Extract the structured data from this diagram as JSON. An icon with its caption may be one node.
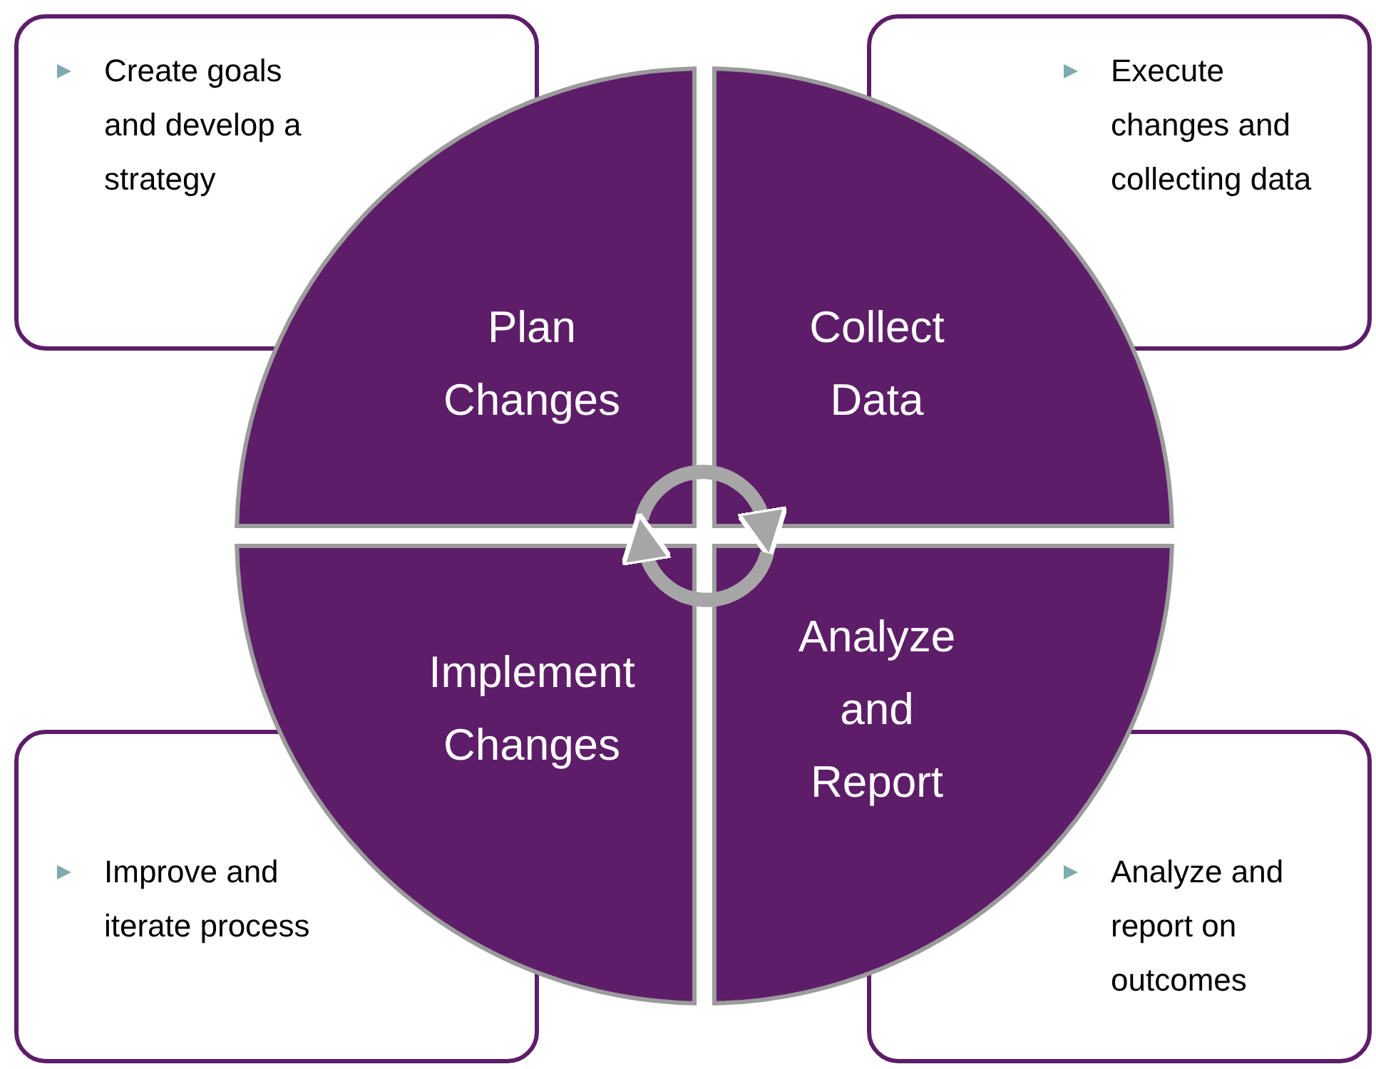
{
  "diagram": {
    "nodes": [
      {
        "text": [
          "Create goals and develop a strategy"
        ]
      },
      {
        "text": [
          "Execute changes and collecting data"
        ]
      },
      {
        "text": [
          "Plan Changes"
        ]
      },
      {
        "text": [
          "Collect Data"
        ]
      },
      {
        "text": [
          "Implement Changes"
        ]
      },
      {
        "text": [
          "Analyze and Report"
        ]
      },
      {
        "text": [
          "Improve and iterate process"
        ]
      },
      {
        "text": [
          "Analyze and report on outcomes"
        ]
      }
    ],
    "edges": [
      {
        "from": 2,
        "to": 3,
        "arrow": "to"
      },
      {
        "from": 5,
        "to": 4,
        "arrow": "to"
      }
    ]
  }
}
